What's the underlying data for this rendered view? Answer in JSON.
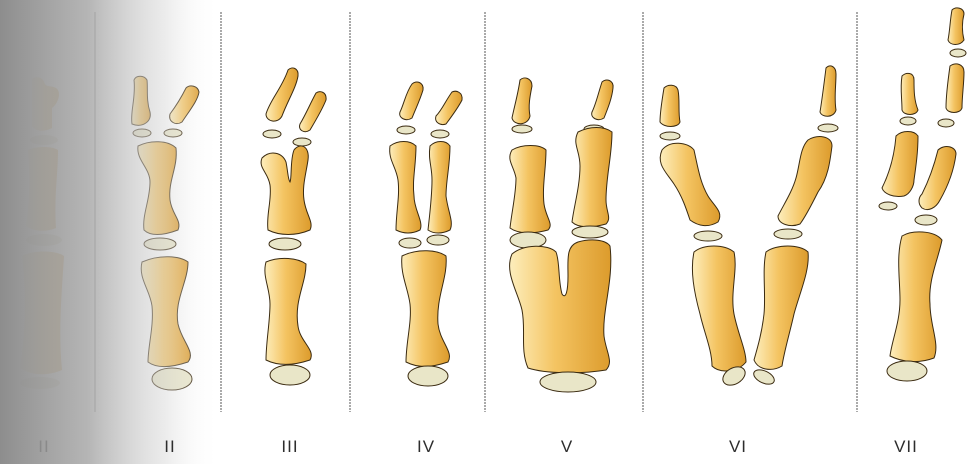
{
  "figure": {
    "panels": [
      {
        "id": "I",
        "label": "II"
      },
      {
        "id": "II",
        "label": "II"
      },
      {
        "id": "III",
        "label": "III"
      },
      {
        "id": "IV",
        "label": "IV"
      },
      {
        "id": "V",
        "label": "V"
      },
      {
        "id": "VI",
        "label": "VI"
      },
      {
        "id": "VII",
        "label": "VII"
      }
    ]
  },
  "colors": {
    "bone_light": "#fdeebd",
    "bone_mid": "#f4c462",
    "bone_dark": "#dc9b2c",
    "outline": "#3a2a10",
    "cartilage": "#e9e6c8",
    "divider": "#555555",
    "left_shadow": "#8f8f8f"
  }
}
